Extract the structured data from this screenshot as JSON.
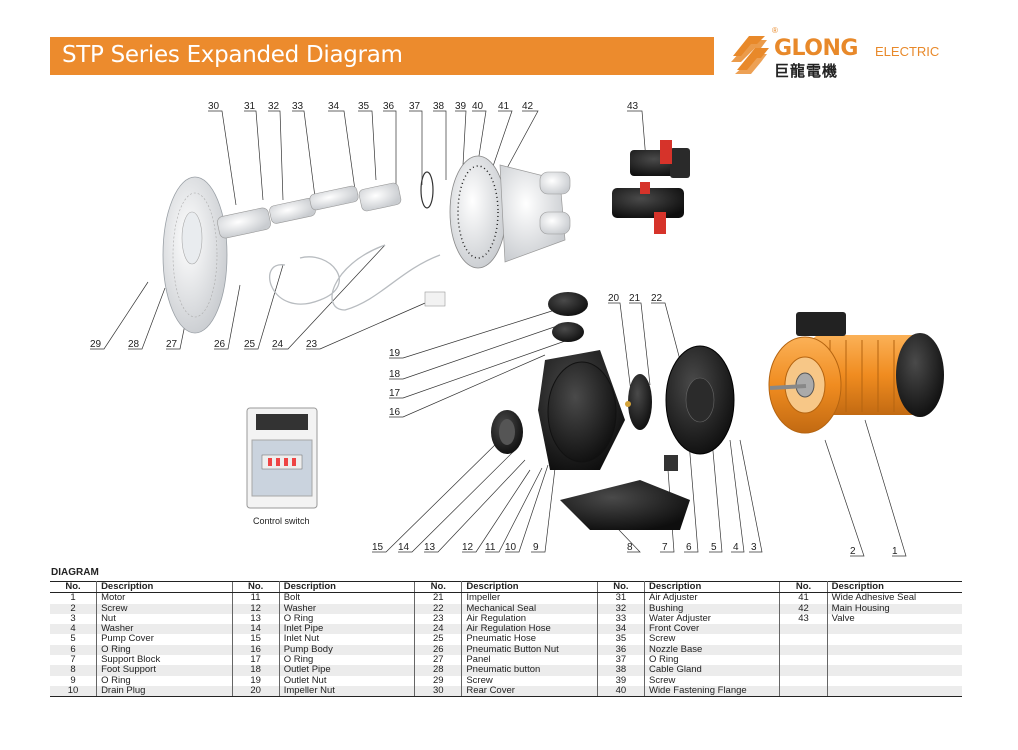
{
  "header": {
    "title": "STP Series Expanded Diagram"
  },
  "logo": {
    "brand": "GLONG",
    "suffix": "ELECTRIC",
    "chinese": "巨龍電機",
    "registered": "®"
  },
  "diagram": {
    "callouts": [
      "30",
      "31",
      "32",
      "33",
      "34",
      "35",
      "36",
      "37",
      "38",
      "39",
      "40",
      "41",
      "42",
      "43",
      "29",
      "28",
      "27",
      "26",
      "25",
      "24",
      "23",
      "19",
      "18",
      "17",
      "16",
      "20",
      "21",
      "22",
      "15",
      "14",
      "13",
      "12",
      "11",
      "10",
      "9",
      "8",
      "7",
      "6",
      "5",
      "4",
      "3",
      "2",
      "1"
    ],
    "control_label": "Control switch"
  },
  "table": {
    "title": "DIAGRAM",
    "headers": [
      "No.",
      "Description",
      "No.",
      "Description",
      "No.",
      "Description",
      "No.",
      "Description",
      "No.",
      "Description"
    ],
    "rows": [
      [
        "1",
        "Motor",
        "11",
        "Bolt",
        "21",
        "Impeller",
        "31",
        "Air Adjuster",
        "41",
        "Wide Adhesive Seal"
      ],
      [
        "2",
        "Screw",
        "12",
        "Washer",
        "22",
        "Mechanical Seal",
        "32",
        "Bushing",
        "42",
        "Main Housing"
      ],
      [
        "3",
        "Nut",
        "13",
        "O Ring",
        "23",
        "Air Regulation",
        "33",
        "Water Adjuster",
        "43",
        "Valve"
      ],
      [
        "4",
        "Washer",
        "14",
        "Inlet Pipe",
        "24",
        "Air Regulation Hose",
        "34",
        "Front Cover",
        "",
        ""
      ],
      [
        "5",
        "Pump Cover",
        "15",
        "Inlet Nut",
        "25",
        "Pneumatic Hose",
        "35",
        "Screw",
        "",
        ""
      ],
      [
        "6",
        "O Ring",
        "16",
        "Pump Body",
        "26",
        "Pneumatic Button Nut",
        "36",
        "Nozzle Base",
        "",
        ""
      ],
      [
        "7",
        "Support Block",
        "17",
        "O Ring",
        "27",
        "Panel",
        "37",
        "O Ring",
        "",
        ""
      ],
      [
        "8",
        "Foot Support",
        "18",
        "Outlet Pipe",
        "28",
        "Pneumatic button",
        "38",
        "Cable Gland",
        "",
        ""
      ],
      [
        "9",
        "O Ring",
        "19",
        "Outlet Nut",
        "29",
        "Screw",
        "39",
        "Screw",
        "",
        ""
      ],
      [
        "10",
        "Drain Plug",
        "20",
        "Impeller Nut",
        "30",
        "Rear Cover",
        "40",
        "Wide Fastening Flange",
        "",
        ""
      ]
    ]
  },
  "colors": {
    "accent": "#ec8b2d",
    "motor": "#f39a2e",
    "pump": "#1d1d1d",
    "valve_handle": "#d6332a"
  }
}
